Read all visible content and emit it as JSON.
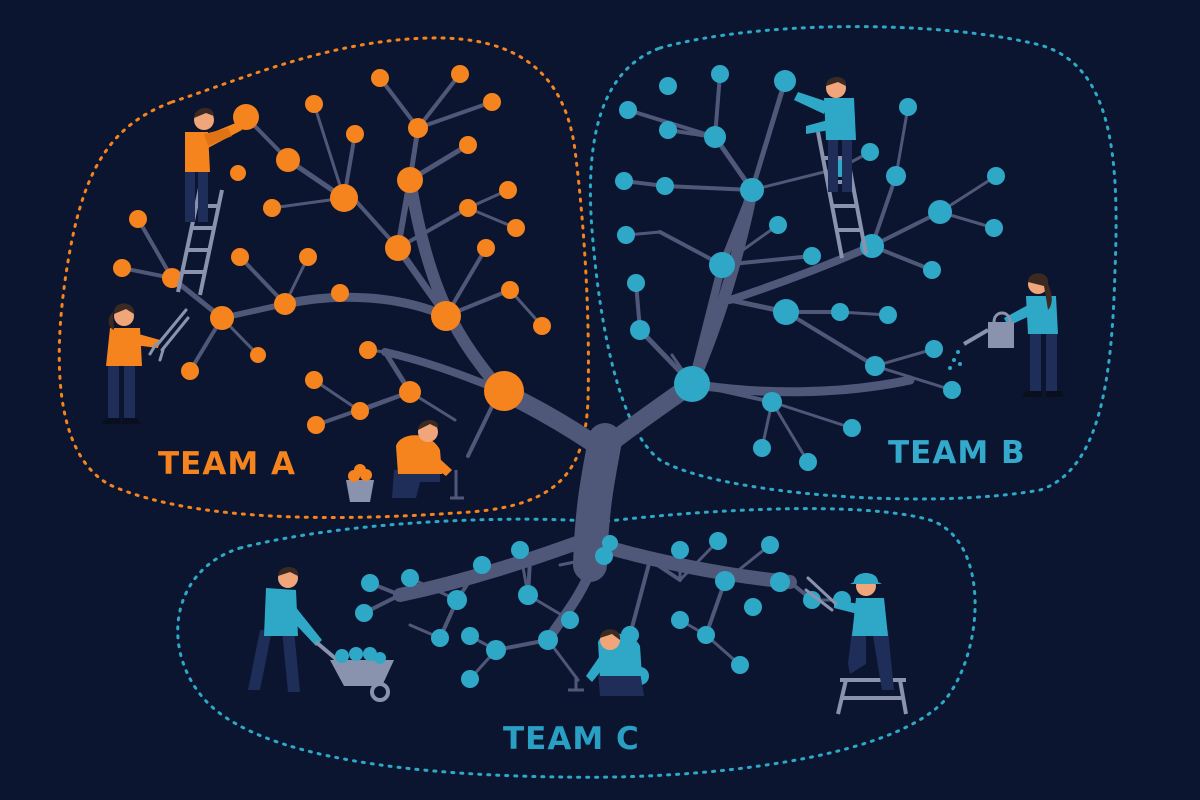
{
  "colors": {
    "background": "#0b1530",
    "trunk": "#4f5878",
    "team_a": "#f5841f",
    "team_b": "#2fa8c8",
    "team_c": "#2fa8c8",
    "label_b": "#33a9cc",
    "label_c": "#2a9fc4",
    "skin": "#f0a57a",
    "pants": "#1e2e58",
    "hair": "#3b2a22",
    "tool": "#8a93ad"
  },
  "teams": [
    {
      "id": "a",
      "label": "TEAM A"
    },
    {
      "id": "b",
      "label": "TEAM B"
    },
    {
      "id": "c",
      "label": "TEAM C"
    }
  ],
  "icons": [
    "ladder-icon",
    "pruning-shears-icon",
    "watering-can-icon",
    "wheelbarrow-icon",
    "bucket-icon",
    "step-stool-icon",
    "sapling-icon"
  ]
}
